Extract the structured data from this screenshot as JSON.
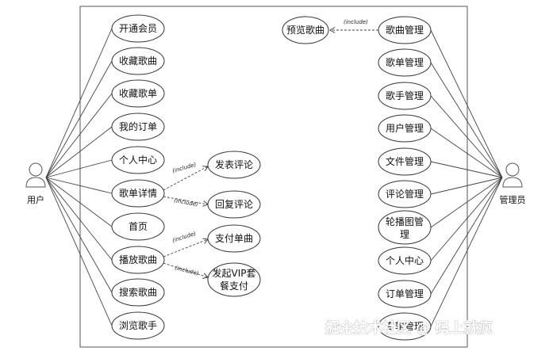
{
  "actors": {
    "user": "用户",
    "admin": "管理员"
  },
  "user_use_cases": [
    "开通会员",
    "收藏歌曲",
    "收藏歌单",
    "我的订单",
    "个人中心",
    "歌单详情",
    "首页",
    "播放歌曲",
    "搜索歌曲",
    "浏览歌手"
  ],
  "included_use_cases": [
    "发表评论",
    "回复评论",
    "支付单曲",
    "发起VIP套",
    "餐支付"
  ],
  "include_label": "(include)",
  "preview_use_case": "预览歌曲",
  "admin_use_cases": [
    "歌曲管理",
    "歌单管理",
    "歌手管理",
    "用户管理",
    "文件管理",
    "评论管理",
    "轮播图管",
    "理",
    "个人中心",
    "订单管理",
    "专辑管理"
  ],
  "watermark": "掘金技术社区 @ 码上就疯"
}
